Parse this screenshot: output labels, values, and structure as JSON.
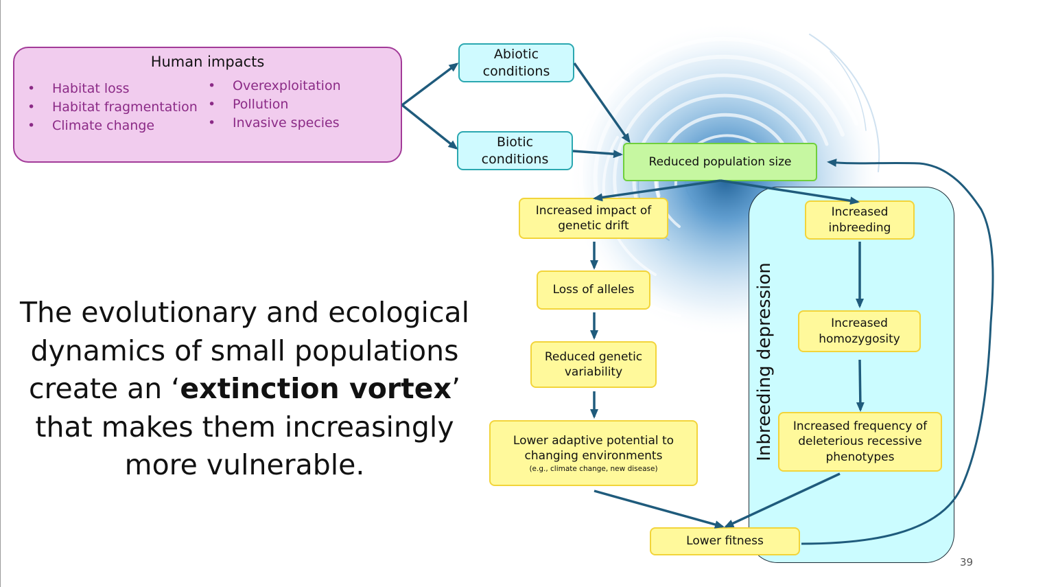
{
  "human_impacts": {
    "title": "Human impacts",
    "left_items": [
      "Habitat loss",
      "Habitat fragmentation",
      "Climate change"
    ],
    "right_items": [
      "Overexploitation",
      "Pollution",
      "Invasive species"
    ]
  },
  "nodes": {
    "abiotic": [
      "Abiotic",
      "conditions"
    ],
    "biotic": [
      "Biotic",
      "conditions"
    ],
    "reduced_population": "Reduced population size",
    "genetic_drift": [
      "Increased impact of",
      "genetic drift"
    ],
    "loss_alleles": "Loss of alleles",
    "reduced_variability": [
      "Reduced genetic",
      "variability"
    ],
    "lower_adaptive": [
      "Lower adaptive potential to",
      "changing environments"
    ],
    "lower_adaptive_note": "(e.g., climate change, new disease)",
    "increased_inbreeding": [
      "Increased",
      "inbreeding"
    ],
    "increased_homozygosity": [
      "Increased",
      "homozygosity"
    ],
    "increased_frequency": [
      "Increased frequency of",
      "deleterious recessive",
      "phenotypes"
    ],
    "lower_fitness": "Lower fitness"
  },
  "inbreeding_label": "Inbreeding depression",
  "main_text": {
    "line1": "The evolutionary and ecological",
    "line2": "dynamics of small populations",
    "line3_pre": "create an ‘",
    "line3_bold": "extinction vortex",
    "line3_post": "’",
    "line4": "that makes them increasingly",
    "line5": "more vulnerable."
  },
  "page_number": "39",
  "colors": {
    "arrow": "#1f5b7c",
    "cyan_fill": "#cffaff",
    "yellow_fill": "#fff99b",
    "green_fill": "#c6f7a1",
    "magenta_fill": "#f1ccee",
    "magenta_text": "#8b2a86"
  }
}
